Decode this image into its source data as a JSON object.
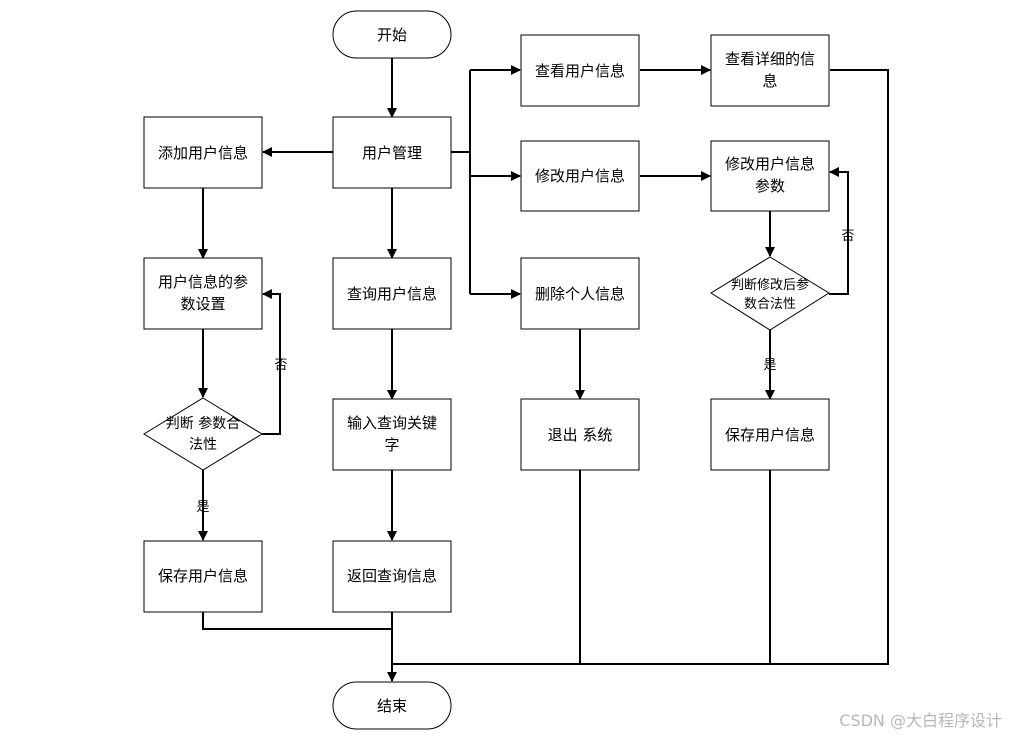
{
  "nodes": {
    "start": "开始",
    "user_mgmt": "用户管理",
    "add_user": "添加用户信息",
    "param_line1": "用户信息的参",
    "param_line2": "数设置",
    "judge_line1": "判断 参数合",
    "judge_line2": "法性",
    "save_left": "保存用户信息",
    "query_user": "查询用户信息",
    "input_line1": "输入查询关键",
    "input_line2": "字",
    "return_query": "返回查询信息",
    "view_user": "查看用户信息",
    "view_detail_line1": "查看详细的信",
    "view_detail_line2": "息",
    "modify_user": "修改用户信息",
    "modify_param_line1": "修改用户信息",
    "modify_param_line2": "参数",
    "judge_mod_line1": "判断修改后参",
    "judge_mod_line2": "数合法性",
    "delete_user": "删除个人信息",
    "exit_sys": "退出 系统",
    "save_right": "保存用户信息",
    "end": "结束"
  },
  "edge_labels": {
    "no_left": "否",
    "yes_left": "是",
    "no_right": "否",
    "yes_right": "是"
  },
  "watermark": "CSDN @大白程序设计"
}
